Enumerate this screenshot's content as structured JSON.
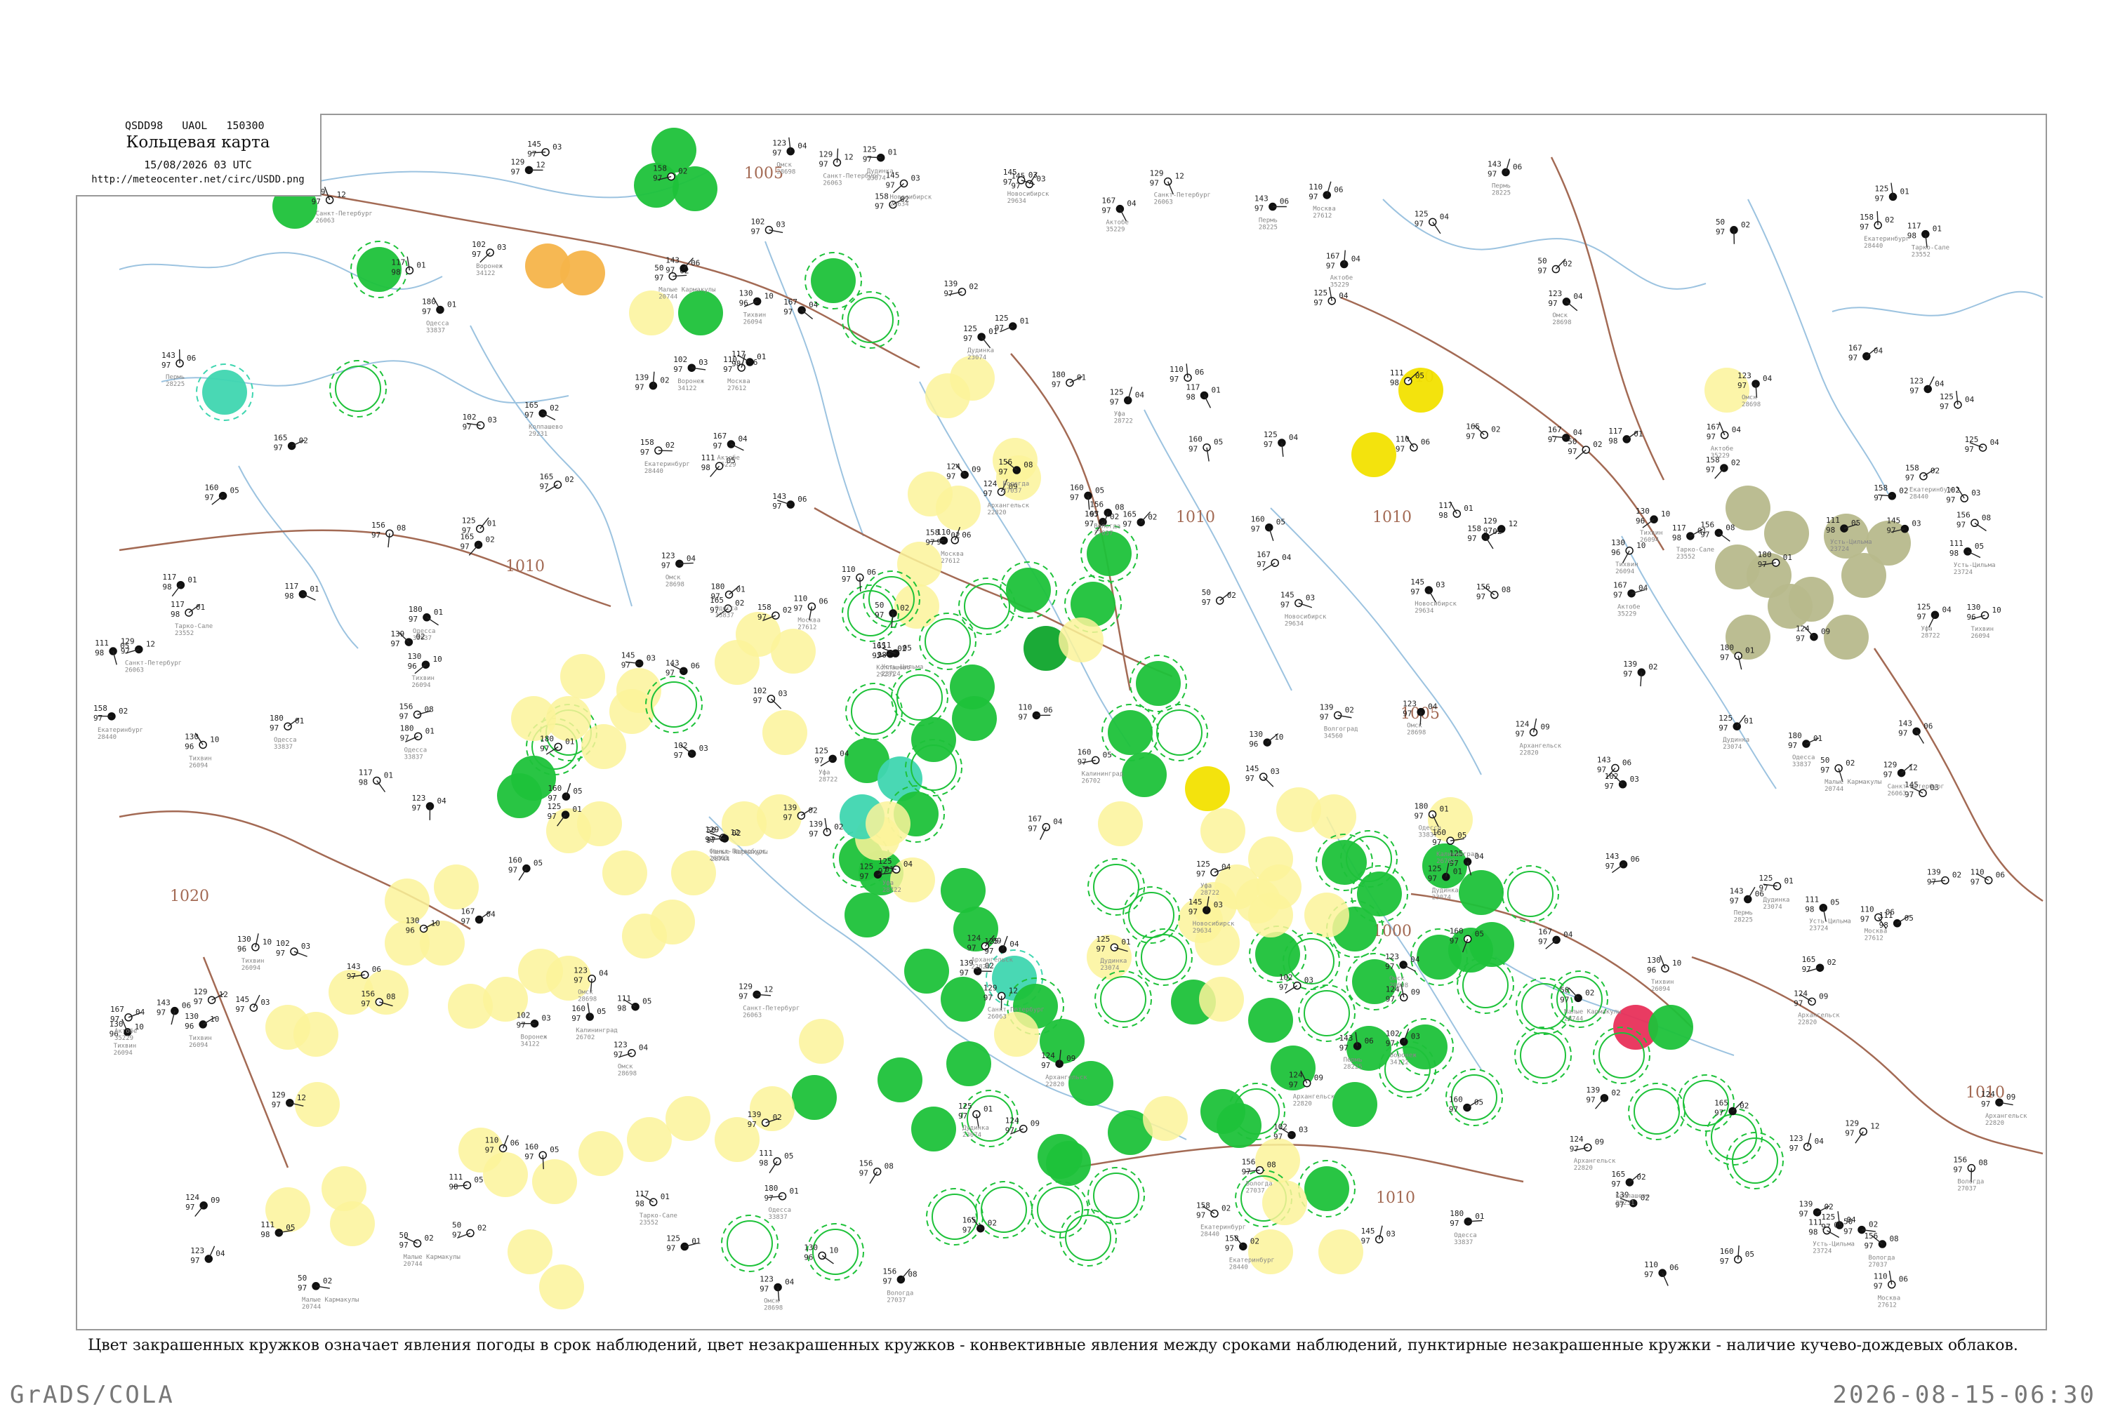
{
  "header": {
    "codes": "QSDD98 UAOL 150300",
    "title": "Кольцевая карта",
    "datetime": "15/08/2026 03 UTC",
    "url": "http://meteocenter.net/circ/USDD.png"
  },
  "caption": "Цвет закрашенных кружков означает явления погоды в срок наблюдений, цвет незакрашенных кружков - конвективные явления между сроками наблюдений, пунктирные незакрашенные кружки - наличие кучево-дождевых облаков.",
  "footer": {
    "left": "GrADS/COLA",
    "right": "2026-08-15-06:30"
  },
  "colors": {
    "rain": "#1ec23a",
    "rain_dark": "#0fa52c",
    "drizzle": "#fbf39a",
    "thunder_yellow": "#f2e100",
    "haze": "#f6b44a",
    "mist": "#b7b98c",
    "fog": "#3fd6b0",
    "severe": "#e8305a",
    "isobar": "#a36a54",
    "river": "#9cc3e0"
  },
  "isobars": [
    {
      "label": "1005"
    },
    {
      "label": "1010"
    },
    {
      "label": "1010"
    },
    {
      "label": "1010"
    },
    {
      "label": "1020"
    },
    {
      "label": "1005"
    },
    {
      "label": "1000"
    },
    {
      "label": "1010"
    },
    {
      "label": "1010"
    },
    {
      "label": "10"
    }
  ],
  "stations": [
    {
      "id": "26063",
      "name": "Санкт-Петербург",
      "t": "129",
      "d": "97",
      "p": "12"
    },
    {
      "id": "26094",
      "name": "Тихвин",
      "t": "130",
      "d": "96",
      "p": "10"
    },
    {
      "id": "27612",
      "name": "Москва",
      "t": "110",
      "d": "97",
      "p": "06"
    },
    {
      "id": "27037",
      "name": "Вологда",
      "t": "156",
      "d": "97",
      "p": "08"
    },
    {
      "id": "28698",
      "name": "Омск",
      "t": "123",
      "d": "97",
      "p": "04"
    },
    {
      "id": "28440",
      "name": "Екатеринбург",
      "t": "158",
      "d": "97",
      "p": "02"
    },
    {
      "id": "23724",
      "name": "Усть-Цильма",
      "t": "111",
      "d": "98",
      "p": "05"
    },
    {
      "id": "22820",
      "name": "Архангельск",
      "t": "124",
      "d": "97",
      "p": "09"
    },
    {
      "id": "33837",
      "name": "Одесса",
      "t": "180",
      "d": "97",
      "p": "01"
    },
    {
      "id": "34122",
      "name": "Воронеж",
      "t": "102",
      "d": "97",
      "p": "03"
    },
    {
      "id": "34560",
      "name": "Волгоград",
      "t": "139",
      "d": "97",
      "p": "02"
    },
    {
      "id": "35229",
      "name": "Актобе",
      "t": "167",
      "d": "97",
      "p": "04"
    },
    {
      "id": "29634",
      "name": "Новосибирск",
      "t": "145",
      "d": "97",
      "p": "03"
    },
    {
      "id": "23552",
      "name": "Тарко-Сале",
      "t": "117",
      "d": "98",
      "p": "01"
    },
    {
      "id": "29231",
      "name": "Колпашево",
      "t": "165",
      "d": "97",
      "p": "02"
    },
    {
      "id": "20744",
      "name": "Малые Кармакулы",
      "t": "50",
      "d": "97",
      "p": "02"
    },
    {
      "id": "23074",
      "name": "Дудинка",
      "t": "125",
      "d": "97",
      "p": "01"
    },
    {
      "id": "26702",
      "name": "Калининград",
      "t": "160",
      "d": "97",
      "p": "05"
    },
    {
      "id": "28225",
      "name": "Пермь",
      "t": "143",
      "d": "97",
      "p": "06"
    },
    {
      "id": "28722",
      "name": "Уфа",
      "t": "125",
      "d": "97",
      "p": "04"
    }
  ]
}
